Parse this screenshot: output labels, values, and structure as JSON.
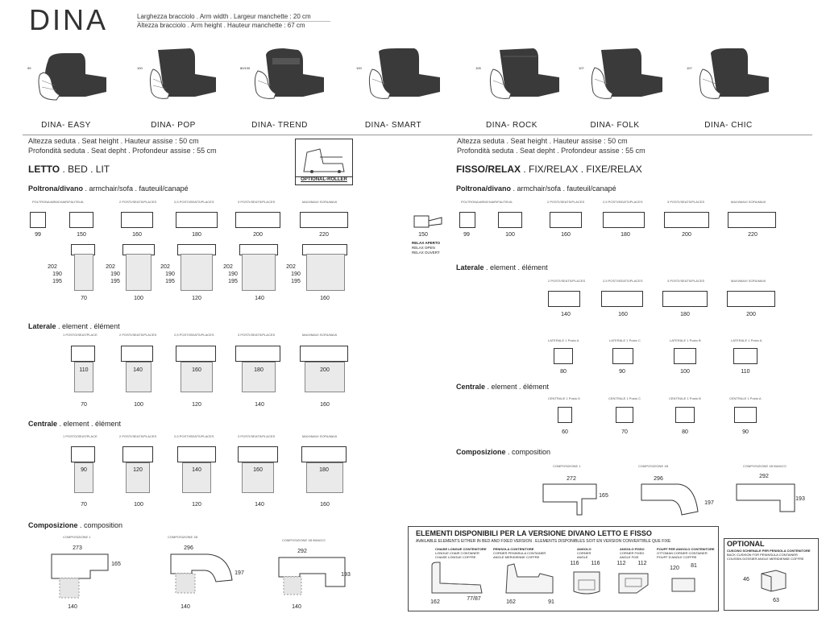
{
  "header": {
    "title": "DINA",
    "arm_width": "Larghezza bracciolo . Arm width . Largeur manchette : 20 cm",
    "arm_height": "Altezza bracciolo . Arm height . Hauteur manchette :  67 cm"
  },
  "models": [
    {
      "name": "DINA- EASY",
      "h": "99"
    },
    {
      "name": "DINA- POP",
      "h": "100"
    },
    {
      "name": "DINA- TREND",
      "h": "80/100"
    },
    {
      "name": "DINA- SMART",
      "h": "100"
    },
    {
      "name": "DINA- ROCK",
      "h": "105"
    },
    {
      "name": "DINA- FOLK",
      "h": "107"
    },
    {
      "name": "DINA- CHIC",
      "h": "107"
    }
  ],
  "left": {
    "seat_h": "Altezza seduta . Seat height . Hauteur assise : 50 cm",
    "seat_d": "Profondità seduta . Seat depht . Profondeur assise : 55 cm",
    "section": {
      "bold": "LETTO",
      "rest": " . BED . LIT"
    },
    "optional_label": "OPTIONAL-ROLLER",
    "poltrona": {
      "bold": "Poltrona/divano",
      "rest": " . armchair/sofa . fauteuil/canapé"
    },
    "poltrona_cols": [
      "POLTRONA/ARMCHAIR/FAUTEUIL",
      "2 POSTI/SEATS/PLACES",
      "2,5 POSTI/SEATS/PLACES",
      "3 POSTI/SEATS/PLACES",
      "MAXI/MAXI SOFA/MAXI"
    ],
    "poltrona_widths": [
      "99",
      "150",
      "160",
      "180",
      "200",
      "220"
    ],
    "bed_dims": [
      "202",
      "190",
      "195"
    ],
    "bed_widths": [
      "70",
      "100",
      "120",
      "140",
      "160"
    ],
    "laterale": {
      "bold": "Laterale",
      "rest": " . element . élément"
    },
    "laterale_cols": [
      "1 POSTO/SEAT/PLACE",
      "2 POSTI/SEATS/PLACES",
      "2,5 POSTI/SEATS/PLACES",
      "3 POSTI/SEATS/PLACES",
      "MAXI/MAXI SOFA/MAXI"
    ],
    "laterale_inner": [
      "110",
      "140",
      "160",
      "180",
      "200"
    ],
    "laterale_widths": [
      "70",
      "100",
      "120",
      "140",
      "160"
    ],
    "centrale": {
      "bold": "Centrale",
      "rest": " . element . élément"
    },
    "centrale_cols": [
      "1 POSTO/SEAT/PLACE",
      "2 POSTI/SEATS/PLACES",
      "2,5 POSTI/SEATS/PLACES",
      "3 POSTI/SEATS/PLACES",
      "MAXI/MAXI SOFA/MAXI"
    ],
    "centrale_inner": [
      "90",
      "120",
      "140",
      "160",
      "180"
    ],
    "centrale_widths": [
      "70",
      "100",
      "120",
      "140",
      "160"
    ],
    "composizione": {
      "bold": "Composizione",
      "rest": " . composition"
    },
    "comp_labels": [
      "COMPOSIZIONE 1",
      "COMPOSIZIONE 1B",
      "COMPOSIZIONE 1B BIANCO"
    ],
    "comp_dims": [
      {
        "w": "273",
        "d": "165",
        "b": "140"
      },
      {
        "w": "296",
        "d": "197",
        "b": "140"
      },
      {
        "w": "292",
        "d": "193",
        "b": "140"
      }
    ]
  },
  "right": {
    "seat_h": "Altezza seduta . Seat height . Hauteur assise : 50 cm",
    "seat_d": "Profondità seduta . Seat depht . Profondeur assise : 55 cm",
    "section": {
      "bold": "FISSO/RELAX",
      "rest": " . FIX/RELAX . FIXE/RELAX"
    },
    "poltrona": {
      "bold": "Poltrona/divano",
      "rest": " . armchair/sofa . fauteuil/canapé"
    },
    "poltrona_cols": [
      "POLTRONA/ARMCHAIR/FAUTEUIL",
      "2 POSTI/SEATS/PLACES",
      "2,5 POSTI/SEATS/PLACES",
      "3 POSTI/SEATS/PLACES",
      "MAXI/MAXI SOFA/MAXI"
    ],
    "poltrona_widths": [
      "150",
      "99",
      "100",
      "160",
      "180",
      "200",
      "220"
    ],
    "relax_note": [
      "RELAX APERTO",
      "RELAX OPEN",
      "RELAX OUVERT"
    ],
    "laterale": {
      "bold": "Laterale",
      "rest": " . element . élément"
    },
    "laterale_cols": [
      "2 POSTI/SEATS/PLACES",
      "2,5 POSTI/SEATS/PLACES",
      "3 POSTI/SEATS/PLACES",
      "MAXI/MAXI SOFA/MAXI"
    ],
    "laterale_widths": [
      "140",
      "160",
      "180",
      "200"
    ],
    "laterale2_cols": [
      "LATERALE 1 Posto A",
      "LATERALE 1 Posto C",
      "LATERALE 1 Posto B",
      "LATERALE 1 Posto A"
    ],
    "laterale2_widths": [
      "80",
      "90",
      "100",
      "110"
    ],
    "centrale": {
      "bold": "Centrale",
      "rest": " . element . élément"
    },
    "centrale_cols": [
      "CENTRALE 1 Posto D",
      "CENTRALE 1 Posto C",
      "CENTRALE 1 Posto B",
      "CENTRALE 1 Posto A"
    ],
    "centrale_widths": [
      "60",
      "70",
      "80",
      "90"
    ],
    "composizione": {
      "bold": "Composizione",
      "rest": " . composition"
    },
    "comp_labels": [
      "COMPOSIZIONE 1",
      "COMPOSIZIONE 1B",
      "COMPOSIZIONE 1B BIANCO"
    ],
    "comp_dims": [
      {
        "w": "272",
        "d": "165"
      },
      {
        "w": "296",
        "d": "197"
      },
      {
        "w": "292",
        "d": "193"
      }
    ]
  },
  "elements_box": {
    "title": "ELEMENTI DISPONIBILI PER LA VERSIONE DIVANO LETTO E FISSO",
    "subtitle": "AVAILABLE ELEMENTS EITHER IN BED AND FIXED VERSION . ELEMENTS DISPONIBLES SOIT EN VERSION CONVERTIBLE QUE FIXE",
    "items": [
      {
        "t1": "CHAISE LONGUE CONTENITORE",
        "t2": "LONGUE CHAIR CONTAINER",
        "t3": "CHAISE LONGUE COFFRE"
      },
      {
        "t1": "PENISOLA CONTENITORE",
        "t2": "CORNER PENINSULA CONTAINER",
        "t3": "ANGLE MERIDIENNE COFFRE"
      },
      {
        "t1": "ANGOLO",
        "t2": "CORNER",
        "t3": "ANGLE"
      },
      {
        "t1": "ANGOLO FISSO",
        "t2": "CORNER FIXED",
        "t3": "ANGLE FIXE"
      },
      {
        "t1": "POUFF PER ANGOLO CONTENITORE",
        "t2": "OTTOMAN CORNER CONTAINER",
        "t3": "POUFF D'ANGLE COFFRE"
      }
    ],
    "dims": {
      "a1": "162",
      "a2": "77/87",
      "b1": "162",
      "b2": "91",
      "c1": "116",
      "c2": "116",
      "d1": "112",
      "d2": "112",
      "e1": "120",
      "e2": "81"
    }
  },
  "optional_box": {
    "title": "OPTIONAL",
    "t1": "CUSCINO SCHIENALE PER PENISOLA CONTENITORE",
    "t2": "BACK CUSHION FOR PENINSULA CONTAINER",
    "t3": "COUSSIN DOSSIER ANGLE MERIDIENNE COFFRE",
    "d1": "46",
    "d2": "63"
  }
}
